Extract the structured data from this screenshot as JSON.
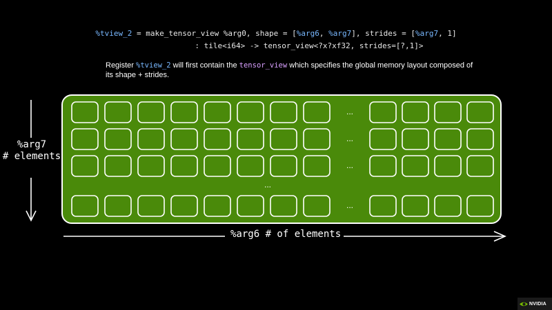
{
  "code": {
    "line1_var": "%tview_2",
    "line1_mid": " = make_tensor_view %arg0, shape = [",
    "line1_arg6": "%arg6",
    "line1_sep": ", ",
    "line1_arg7": "%arg7",
    "line1_strides": "], strides = [",
    "line1_arg7b": "%arg7",
    "line1_end": ", 1]",
    "line2": ": tile<i64> -> tensor_view<?x?xf32, strides=[?,1]>"
  },
  "description": {
    "prefix": "Register ",
    "var": "%tview_2",
    "middle": " will first contain the ",
    "term": "tensor_view",
    "suffix": "  which specifies the global memory layout composed of its shape + strides."
  },
  "diagram": {
    "ylabel_line1": "%arg7",
    "ylabel_line2": "# elements",
    "xlabel": "%arg6 # of elements",
    "ellipsis": "...",
    "fill_color": "#4a8a0a",
    "stroke_color": "#ffffff"
  },
  "brand": {
    "logo_text": "NVIDIA",
    "logo_color": "#76b900"
  }
}
